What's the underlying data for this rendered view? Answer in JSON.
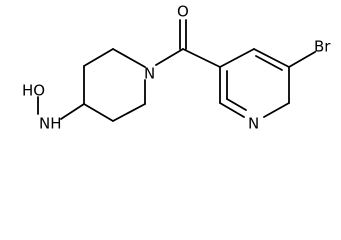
{
  "labels": {
    "oxygen_carbonyl": "O",
    "nitrogen_piperidine": "N",
    "nitrogen_pyridine": "N",
    "bromine": "Br",
    "nitrogen_amine": "NH",
    "hydroxyl": "HO"
  },
  "colors": {
    "bond": "#000000",
    "text": "#000000",
    "background": "#ffffff"
  }
}
